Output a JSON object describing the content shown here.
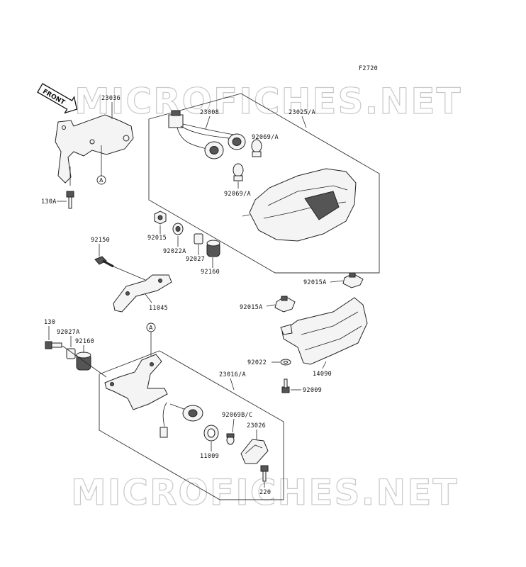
{
  "figure_code": "F2720",
  "watermark": "MICROFICHES.NET",
  "front_arrow_label": "FRONT",
  "ref_marker": "A",
  "parts": {
    "p23036": "23036",
    "p130A": "130A",
    "p23008": "23008",
    "p23025A": "23025/A",
    "p92069A_1": "92069/A",
    "p92069A_2": "92069/A",
    "p92015": "92015",
    "p92022A": "92022A",
    "p92027": "92027",
    "p92160_1": "92160",
    "p92150": "92150",
    "p11045": "11045",
    "p92015A_1": "92015A",
    "p92015A_2": "92015A",
    "p130": "130",
    "p92027A": "92027A",
    "p92160_2": "92160",
    "p23016A": "23016/A",
    "p92022": "92022",
    "p14090": "14090",
    "p92009": "92009",
    "p92069BC": "92069B/C",
    "p23026": "23026",
    "p11009": "11009",
    "p220": "220"
  }
}
